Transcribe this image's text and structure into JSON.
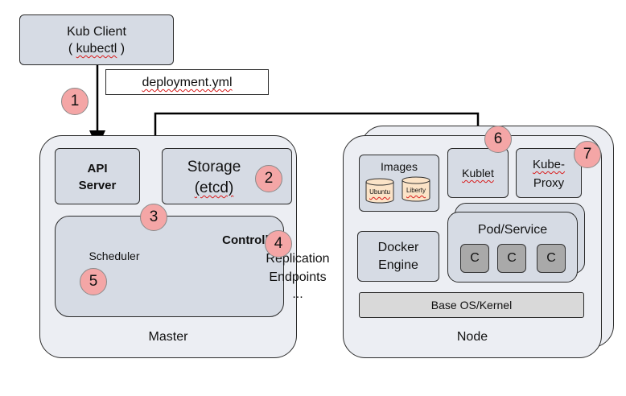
{
  "client": {
    "line1": "Kub Client",
    "line2_prefix": "( ",
    "line2_word": "kubectl",
    "line2_suffix": " )"
  },
  "deployment_file": "deployment.yml",
  "master": {
    "label": "Master",
    "api_server": {
      "line1": "API",
      "line2": "Server"
    },
    "storage": {
      "line1": "Storage",
      "line2": "(etcd)"
    },
    "controller": {
      "title": "Controlle",
      "item1": "Replication",
      "item2": "Endpoints",
      "item3": "..."
    },
    "scheduler": "Scheduler"
  },
  "node": {
    "label": "Node",
    "images": {
      "title": "Images",
      "img1": "Ubuntu",
      "img2": "Liberty"
    },
    "kublet": "Kublet",
    "kube_proxy": {
      "line1": "Kube-",
      "line2": "Proxy"
    },
    "docker": {
      "line1": "Docker",
      "line2": "Engine"
    },
    "pod_service": {
      "title": "Pod/Service",
      "containers": [
        "C",
        "C",
        "C"
      ]
    },
    "base_os": "Base OS/Kernel"
  },
  "badges": {
    "b1": "1",
    "b2": "2",
    "b3": "3",
    "b4": "4",
    "b5": "5",
    "b6": "6",
    "b7": "7"
  },
  "colors": {
    "box_fill": "#d6dbe4",
    "container_fill": "#eceef3",
    "badge_fill": "#f4a6a6",
    "c_fill": "#a9a9a9"
  }
}
